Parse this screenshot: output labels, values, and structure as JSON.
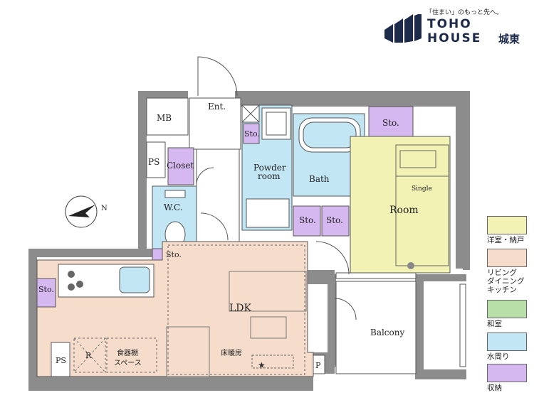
{
  "logo": {
    "tagline": "「住まい」のもっと先へ。",
    "line1": "TOHO",
    "line2": "HOUSE",
    "line3": "城東"
  },
  "rooms": {
    "mb": "MB",
    "ps_top": "PS",
    "ps_bottom": "PS",
    "ent": "Ent.",
    "closet": "Closet",
    "wc": "W.C.",
    "sto_wc": "Sto.",
    "sto_small": "Sto.",
    "powder": "Powder",
    "powder2": "room",
    "bath": "Bath",
    "sto_top": "Sto.",
    "sto_mid1": "Sto.",
    "sto_mid2": "Sto.",
    "room": "Room",
    "single": "Single",
    "sto_kitchen": "Sto.",
    "ldk": "LDK",
    "balcony": "Balcony",
    "r": "R",
    "shelf1": "食器棚",
    "shelf2": "スペース",
    "floorheat": "床暖房",
    "p": "P",
    "compass": "N"
  },
  "colors": {
    "western": "#f1f2b4",
    "living": "#f5dccb",
    "washitsu": "#b9dfa8",
    "water": "#c3e6f5",
    "storage": "#d6b8f0",
    "wall": "#8c8c8c"
  },
  "legend": [
    {
      "label": "洋室・納戸",
      "color": "#f1f2b4"
    },
    {
      "label": "リビング\nダイニング\nキッチン",
      "color": "#f5dccb"
    },
    {
      "label": "和室",
      "color": "#b9dfa8"
    },
    {
      "label": "水周り",
      "color": "#c3e6f5"
    },
    {
      "label": "収納",
      "color": "#d6b8f0"
    }
  ]
}
